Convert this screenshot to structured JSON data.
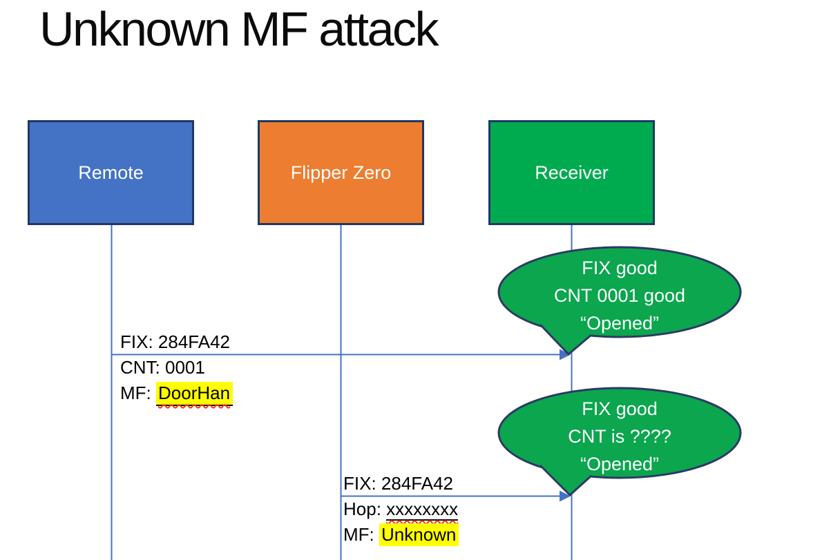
{
  "title": "Unknown MF attack",
  "actors": [
    {
      "id": "remote",
      "label": "Remote",
      "fill": "#4472C4"
    },
    {
      "id": "flipper-zero",
      "label": "Flipper Zero",
      "fill": "#ED7D31"
    },
    {
      "id": "receiver",
      "label": "Receiver",
      "fill": "#00AB50"
    }
  ],
  "messages": [
    {
      "from": "Remote",
      "to": "Receiver",
      "label_above": "FIX: 284FA42",
      "below": [
        {
          "prefix": "CNT: 0001",
          "value": ""
        },
        {
          "prefix": "MF: ",
          "value": "DoorHan"
        }
      ]
    },
    {
      "from": "Flipper Zero",
      "to": "Receiver",
      "label_above": "FIX: 284FA42",
      "below": [
        {
          "prefix": "Hop: ",
          "value": "xxxxxxxx"
        },
        {
          "prefix": "MF: ",
          "value": "Unknown"
        }
      ]
    }
  ],
  "callouts": [
    {
      "lines": [
        "FIX good",
        "CNT 0001 good",
        "“Opened”"
      ]
    },
    {
      "lines": [
        "FIX good",
        "CNT is ????",
        "“Opened”"
      ]
    }
  ],
  "colors": {
    "remote_fill": "#4472C4",
    "flipper_fill": "#ED7D31",
    "receiver_fill": "#00AB50",
    "callout_fill": "#0BA64E",
    "outline": "#1F3864",
    "connector": "#4472C4",
    "highlight": "#FFFF00",
    "squiggle": "#FF2D16",
    "text_dark": "#000000",
    "text_light": "#FFFFFF"
  }
}
